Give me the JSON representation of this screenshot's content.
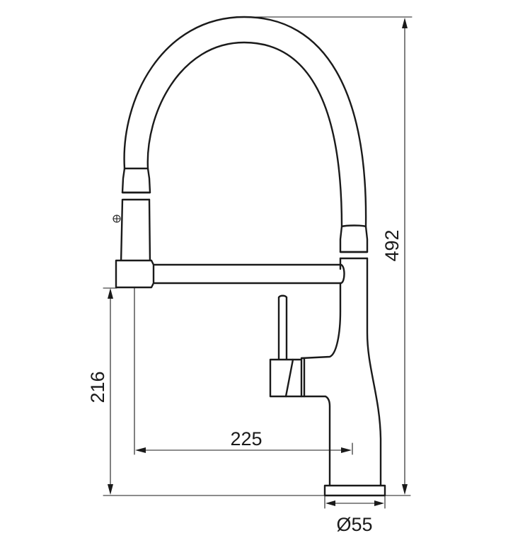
{
  "dimensions": {
    "total_height": "492",
    "spout_height": "216",
    "spout_reach": "225",
    "base_diameter": "Ø55"
  }
}
